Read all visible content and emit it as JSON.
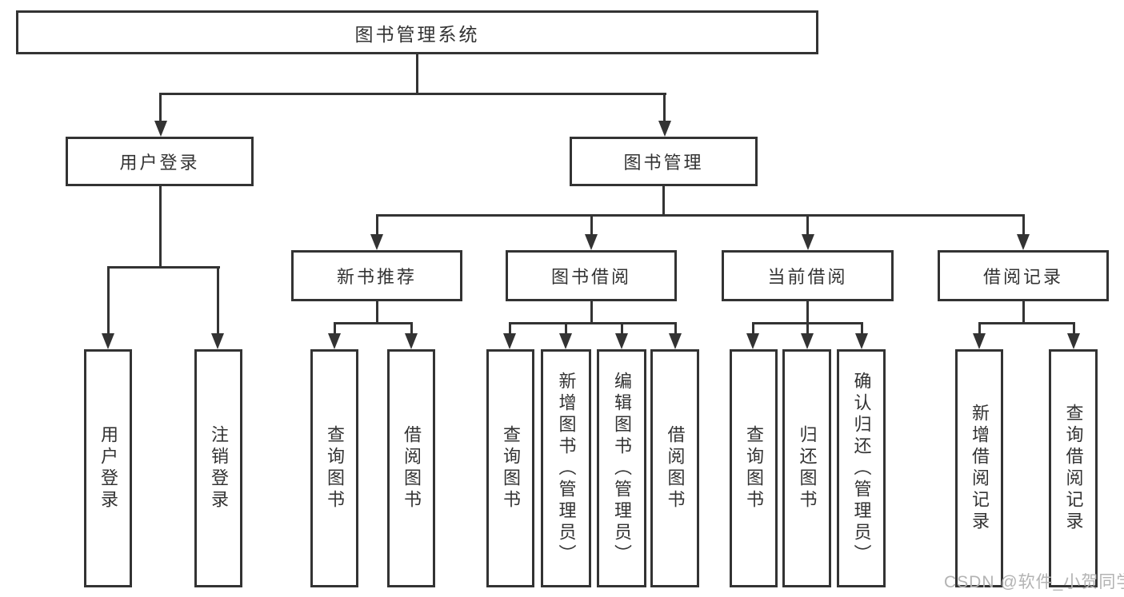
{
  "diagram": {
    "type": "tree-diagram",
    "root": {
      "label": "图书管理系统"
    },
    "level2": [
      {
        "label": "用户登录"
      },
      {
        "label": "图书管理"
      }
    ],
    "level3": [
      {
        "label": "新书推荐"
      },
      {
        "label": "图书借阅"
      },
      {
        "label": "当前借阅"
      },
      {
        "label": "借阅记录"
      }
    ],
    "leaves": {
      "user_login": [
        {
          "label": "用户登录"
        },
        {
          "label": "注销登录"
        }
      ],
      "new_book_recommend": [
        {
          "label": "查询图书"
        },
        {
          "label": "借阅图书"
        }
      ],
      "book_borrow": [
        {
          "label": "查询图书"
        },
        {
          "label": "新增图书（管理员）"
        },
        {
          "label": "编辑图书（管理员）"
        },
        {
          "label": "借阅图书"
        }
      ],
      "current_borrow": [
        {
          "label": "查询图书"
        },
        {
          "label": "归还图书"
        },
        {
          "label": "确认归还（管理员）"
        }
      ],
      "borrow_records": [
        {
          "label": "新增借阅记录"
        },
        {
          "label": "查询借阅记录"
        }
      ]
    }
  },
  "watermark": {
    "text": "CSDN @软件_小贺同学"
  },
  "colors": {
    "line": "#333333",
    "box_border": "#333333",
    "text": "#333333",
    "watermark": "#b3b3b3",
    "background": "#ffffff"
  }
}
